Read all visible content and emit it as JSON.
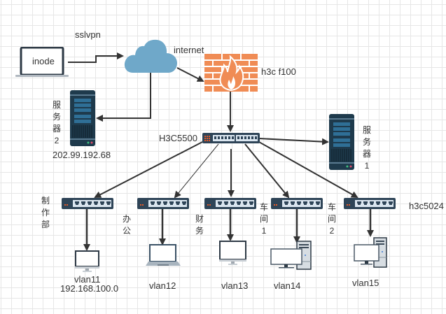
{
  "nodes": {
    "laptop_inode": {
      "label": "inode"
    },
    "sslvpn": {
      "label": "sslvpn"
    },
    "cloud": {
      "label": "internet"
    },
    "firewall": {
      "label": "h3c f100"
    },
    "server2": {
      "label": "服\n务\n器\n2",
      "ip": "202.99.192.68"
    },
    "core_switch": {
      "label": "H3C5500"
    },
    "server1": {
      "label": "服\n务\n器\n1"
    },
    "access_switches": [
      {
        "dept": "制\n作\n部",
        "vlan": "vlan11",
        "subnet": "192.168.100.0",
        "device": "monitor"
      },
      {
        "dept": "办\n公",
        "vlan": "vlan12",
        "device": "laptop"
      },
      {
        "dept": "财\n务",
        "vlan": "vlan13",
        "device": "monitor"
      },
      {
        "dept": "车\n间\n1",
        "vlan": "vlan14",
        "device": "desktop"
      },
      {
        "dept": "车\n间\n2",
        "vlan": "vlan15",
        "device": "desktop"
      }
    ],
    "access_model": {
      "label": "h3c5024"
    }
  },
  "colors": {
    "grid": "#e6e6e6",
    "line": "#333333",
    "cloud": "#6fa8c9",
    "firewall": "#f08c55",
    "device_dark": "#2e4457",
    "server_dark": "#1e3a4c",
    "port_light": "#dbe6f0"
  }
}
